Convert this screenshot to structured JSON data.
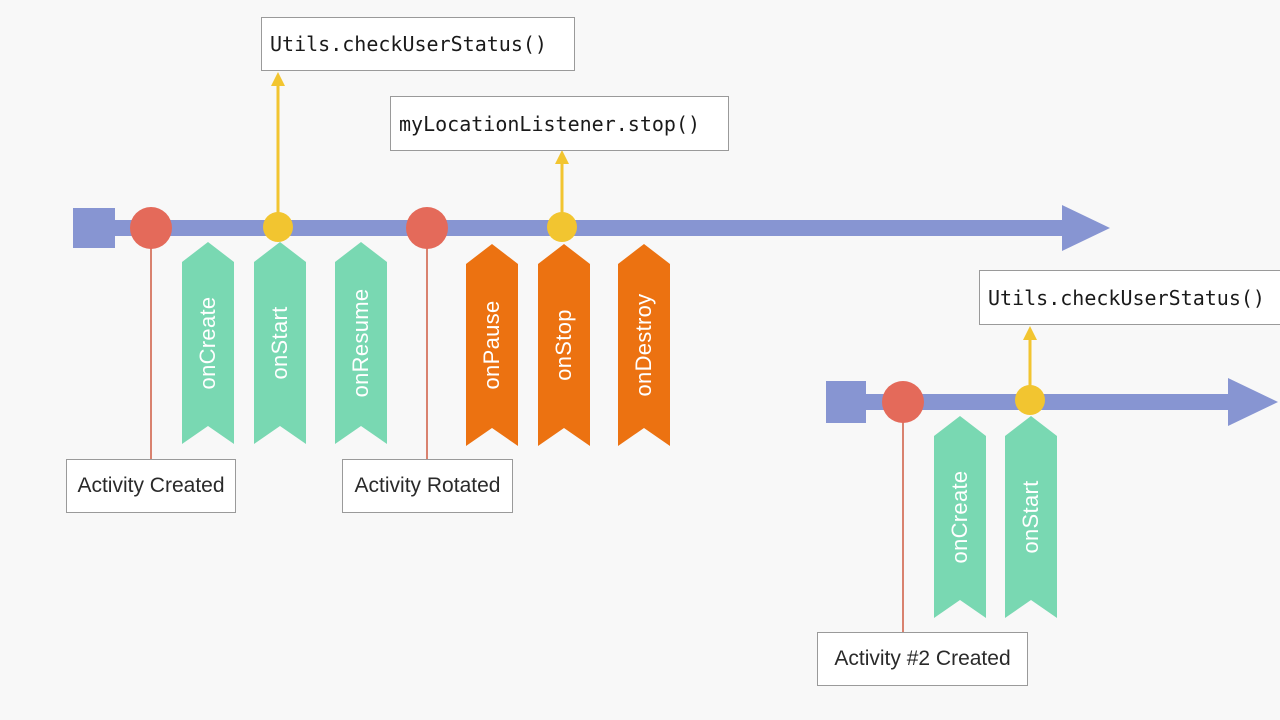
{
  "colors": {
    "timeline": "#8795d2",
    "event_dot": "#e46a5a",
    "callback_dot": "#f2c530",
    "callback_arrow": "#f2c530",
    "connector": "#d9826f",
    "lifecycle_start": "#79d8b2",
    "lifecycle_stop": "#ec7211"
  },
  "timeline_1": {
    "event_boxes": {
      "activity_created": "Activity Created",
      "activity_rotated": "Activity Rotated"
    },
    "code_boxes": {
      "check_user_status": "Utils.checkUserStatus()",
      "location_listener_stop": "myLocationListener.stop()"
    },
    "banners": {
      "on_create": "onCreate",
      "on_start": "onStart",
      "on_resume": "onResume",
      "on_pause": "onPause",
      "on_stop": "onStop",
      "on_destroy": "onDestroy"
    }
  },
  "timeline_2": {
    "event_boxes": {
      "activity_2_created": "Activity #2 Created"
    },
    "code_boxes": {
      "check_user_status": "Utils.checkUserStatus()"
    },
    "banners": {
      "on_create": "onCreate",
      "on_start": "onStart"
    }
  }
}
